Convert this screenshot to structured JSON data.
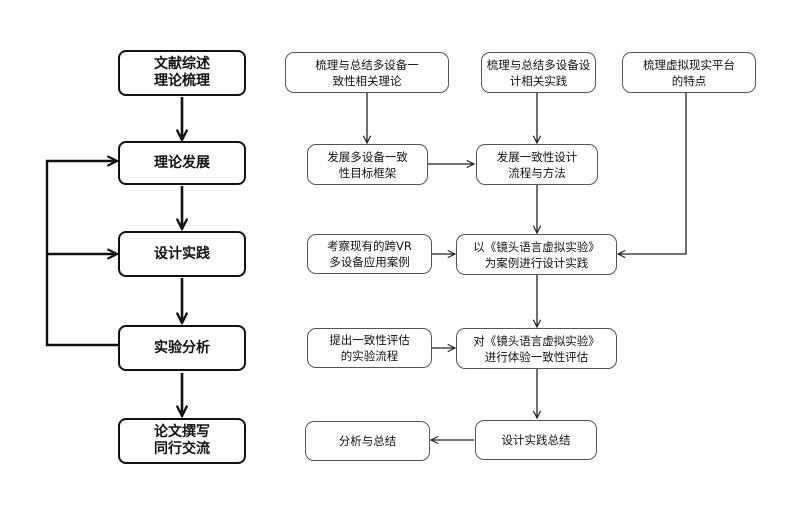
{
  "stages": [
    {
      "id": "s1",
      "label": "文献综述\n理论梳理"
    },
    {
      "id": "s2",
      "label": "理论发展"
    },
    {
      "id": "s3",
      "label": "设计实践"
    },
    {
      "id": "s4",
      "label": "实验分析"
    },
    {
      "id": "s5",
      "label": "论文撰写\n同行交流"
    }
  ],
  "steps": [
    {
      "id": "t1",
      "label": "梳理与总结多设备一\n致性相关理论"
    },
    {
      "id": "t2",
      "label": "梳理与总结多设备设\n计相关实践"
    },
    {
      "id": "t3",
      "label": "梳理虚拟现实平台\n的特点"
    },
    {
      "id": "t4",
      "label": "发展多设备一致\n性目标框架"
    },
    {
      "id": "t5",
      "label": "发展一致性设计\n流程与方法"
    },
    {
      "id": "t6",
      "label": "考察现有的跨VR\n多设备应用案例"
    },
    {
      "id": "t7",
      "label": "以《镜头语言虚拟实验》\n为案例进行设计实践"
    },
    {
      "id": "t8",
      "label": "提出一致性评估\n的实验流程"
    },
    {
      "id": "t9",
      "label": "对《镜头语言虚拟实验》\n进行体验一致性评估"
    },
    {
      "id": "t10",
      "label": "设计实践总结"
    },
    {
      "id": "t11",
      "label": "分析与总结"
    }
  ],
  "edges": [
    {
      "from": "s1",
      "to": "s2"
    },
    {
      "from": "s2",
      "to": "s3"
    },
    {
      "from": "s3",
      "to": "s4"
    },
    {
      "from": "s4",
      "to": "s5"
    },
    {
      "from": "s4",
      "to": "s2"
    },
    {
      "from": "s4",
      "to": "s3"
    },
    {
      "from": "t1",
      "to": "t4"
    },
    {
      "from": "t2",
      "to": "t5"
    },
    {
      "from": "t4",
      "to": "t5"
    },
    {
      "from": "t5",
      "to": "t7"
    },
    {
      "from": "t3",
      "to": "t7"
    },
    {
      "from": "t6",
      "to": "t7"
    },
    {
      "from": "t7",
      "to": "t9"
    },
    {
      "from": "t8",
      "to": "t9"
    },
    {
      "from": "t9",
      "to": "t10"
    },
    {
      "from": "t10",
      "to": "t11"
    }
  ]
}
